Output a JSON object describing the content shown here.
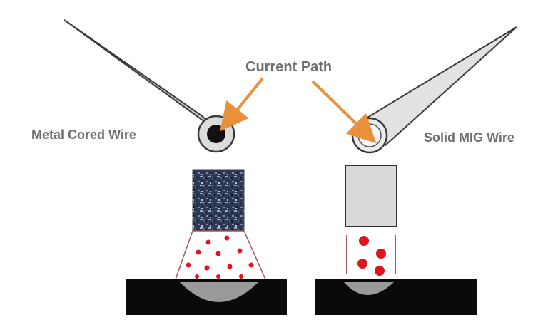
{
  "labels": {
    "current_path": "Current Path",
    "left_wire": "Metal Cored Wire",
    "right_wire": "Solid MIG Wire"
  },
  "colors": {
    "arrow": "#e8913a",
    "wire_fill": "#c9c9c9",
    "solid_wire_fill": "#e2e2e2",
    "core": "#111111",
    "droplet": "#e0141e",
    "plate": "#0a0a0a",
    "weld_pool": "#9a9a9a",
    "arc_outline": "#9c5a5a",
    "label_text": "#6e6e6e"
  },
  "diagram": {
    "left": {
      "name": "metal-cored-wire",
      "core": "solid-black",
      "electrode_texture": "speckled-metal-powder",
      "droplet_size": "small",
      "arc_shape": "wide-cone"
    },
    "right": {
      "name": "solid-mig-wire",
      "core": "hollow",
      "electrode_texture": "plain",
      "droplet_size": "large",
      "arc_shape": "narrow-column"
    }
  }
}
